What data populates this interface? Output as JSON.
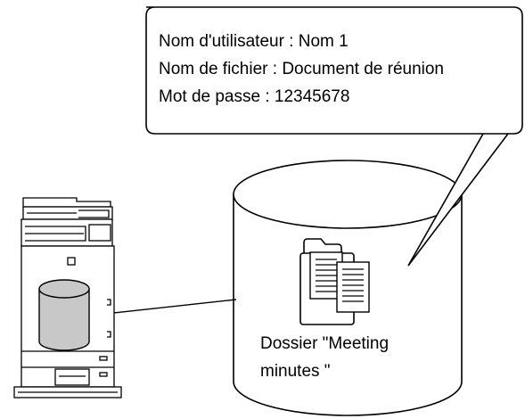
{
  "callout": {
    "lines": [
      "Nom d'utilisateur : Nom 1",
      "Nom de fichier : Document de réunion",
      "Mot de passe : 12345678"
    ]
  },
  "folder": {
    "label_line1": "Dossier \"Meeting",
    "label_line2": "minutes \""
  },
  "colors": {
    "stroke": "#000000",
    "background": "#ffffff",
    "drive_fill": "#c8c8c8"
  },
  "icons": {
    "printer": "multifunction-printer-icon",
    "storage": "storage-cylinder-icon",
    "folder": "folder-with-documents-icon"
  }
}
